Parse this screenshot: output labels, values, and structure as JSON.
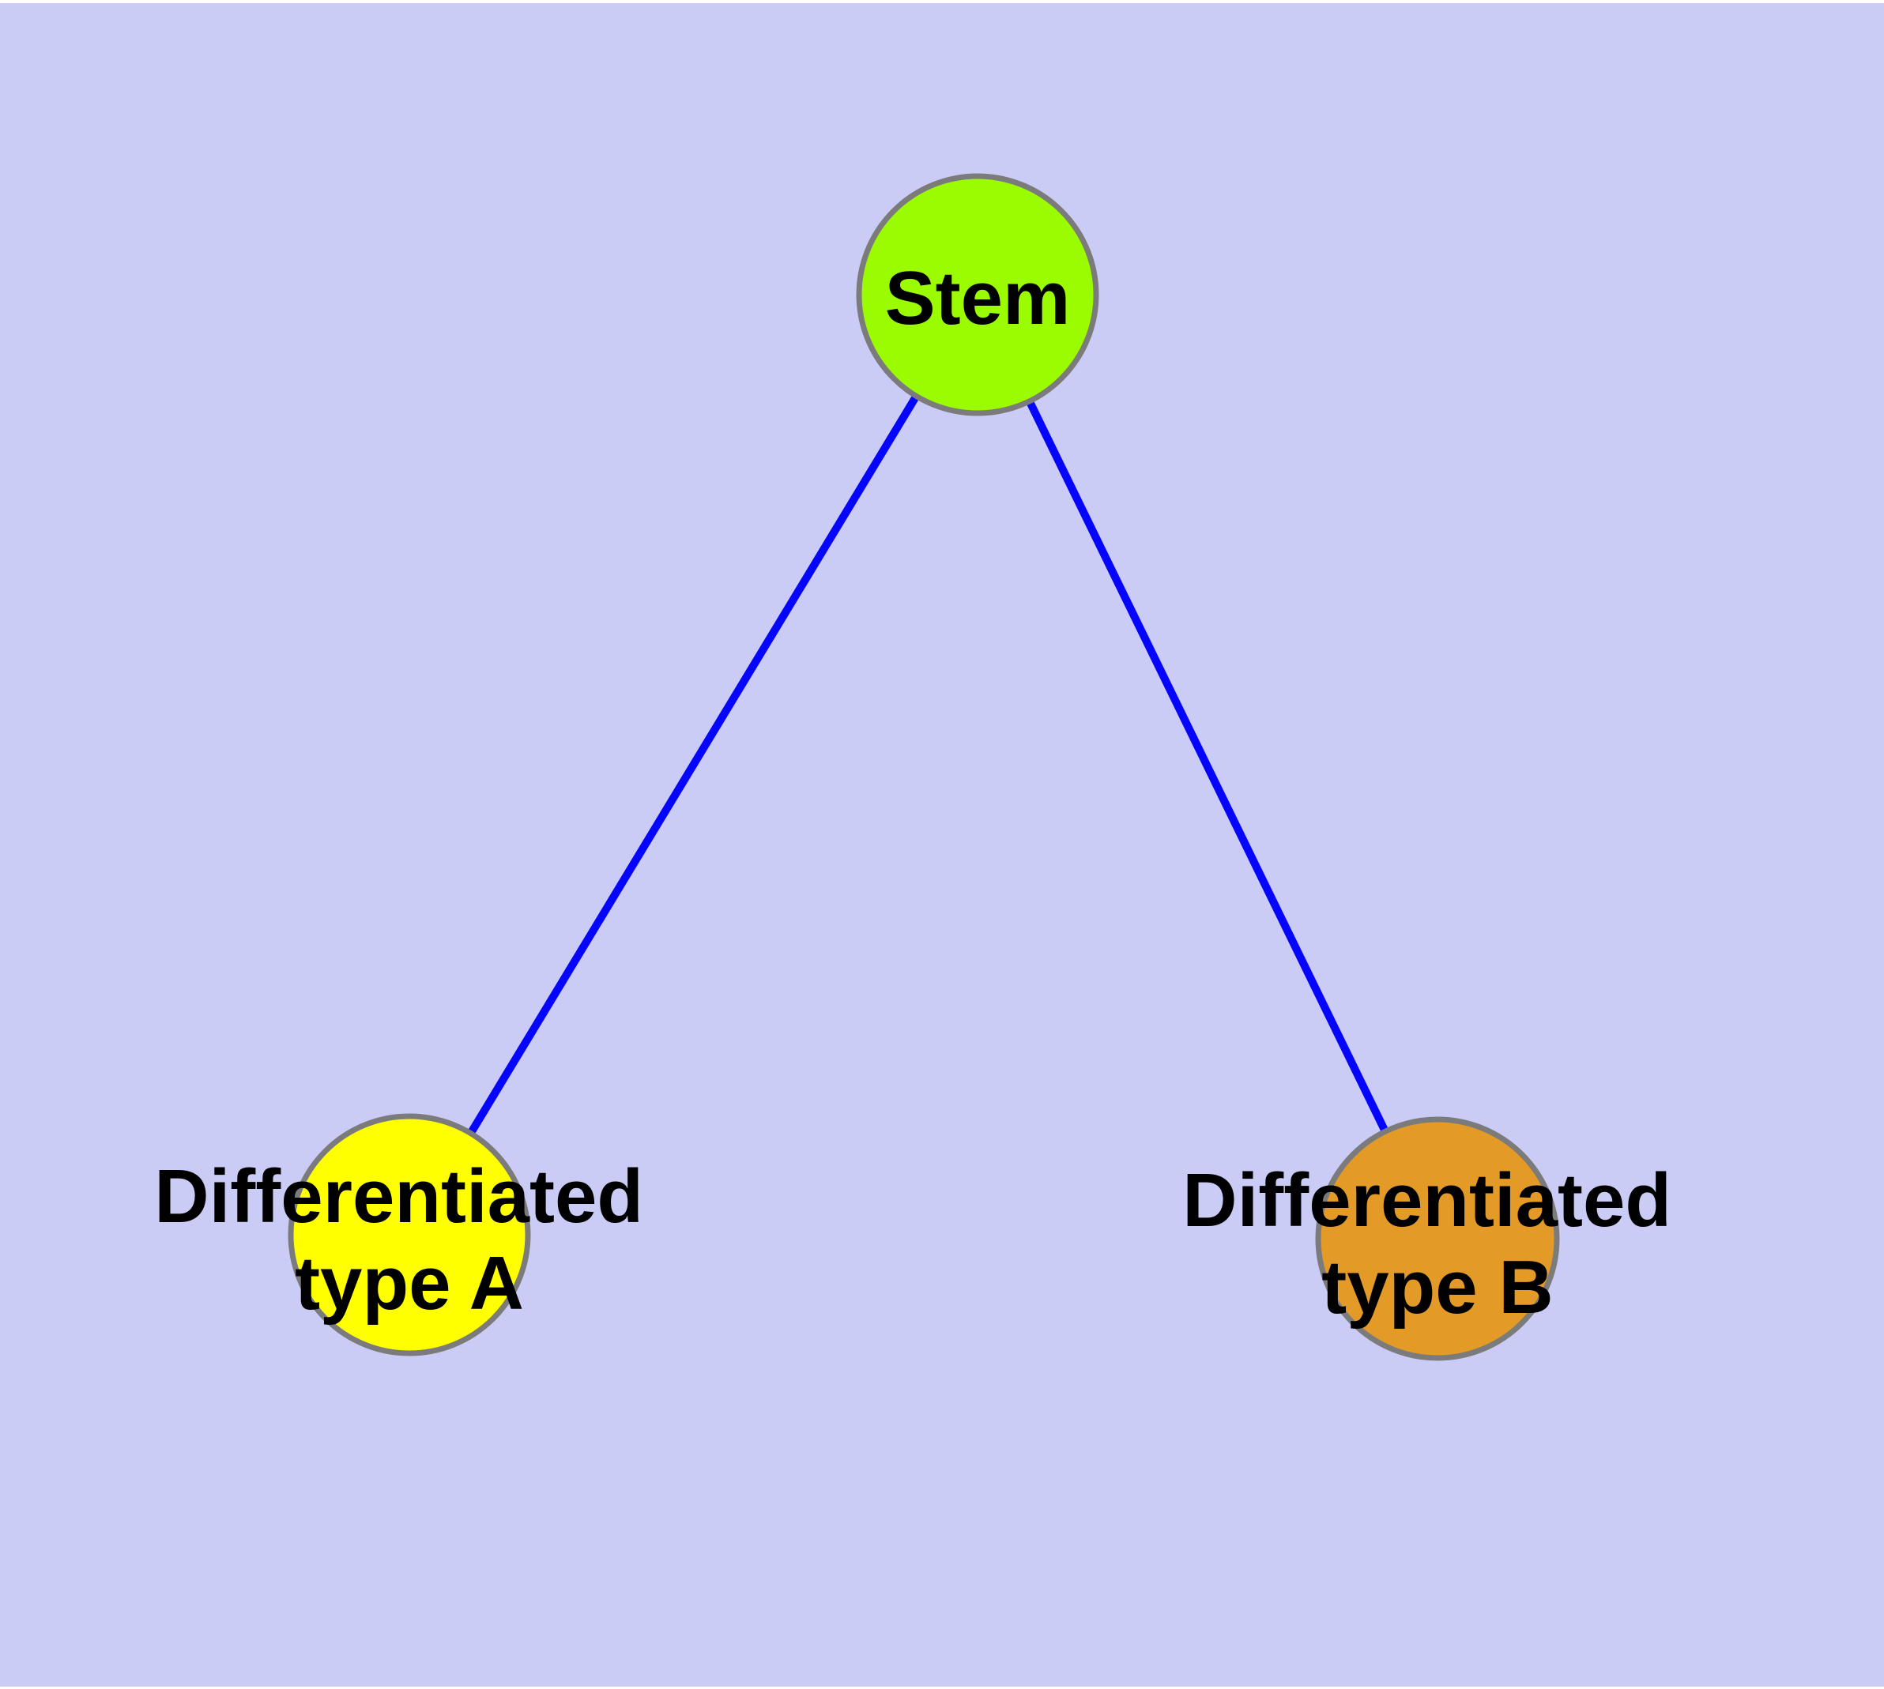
{
  "canvas": {
    "background_color": "#CBCCF5",
    "margin_color": "#FFFFFF"
  },
  "diagram": {
    "type": "graph",
    "text_color": "#000000",
    "nodes": [
      {
        "id": "stem",
        "label": "Stem",
        "lines": [
          "Stem"
        ],
        "fill": "#9BFB00",
        "border": "#7B7B7B"
      },
      {
        "id": "differentiated-type-a",
        "label": "Differentiated type A",
        "lines": [
          "Differentiated",
          "type A"
        ],
        "fill": "#FFFF00",
        "border": "#7B7B7B"
      },
      {
        "id": "differentiated-type-b",
        "label": "Differentiated type B",
        "lines": [
          "Differentiated",
          "type B"
        ],
        "fill": "#E39A26",
        "border": "#7B7B7B"
      }
    ],
    "edges": [
      {
        "from": "Stem",
        "to": "Differentiated type A",
        "color": "#0505FF"
      },
      {
        "from": "Stem",
        "to": "Differentiated type B",
        "color": "#0505FF"
      }
    ]
  }
}
